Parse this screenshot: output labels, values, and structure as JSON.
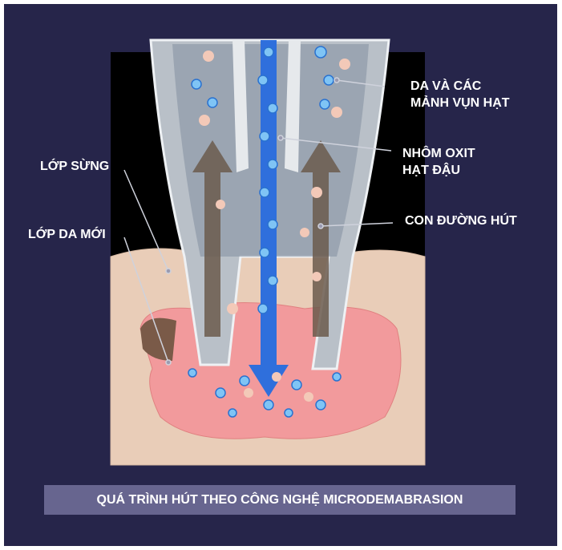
{
  "labels": {
    "stratum_corneum": "LỚP SỪNG",
    "new_skin": "LỚP DA MỚI",
    "skin_debris_line1": "DA VÀ CÁC",
    "skin_debris_line2": "MẢNH VỤN HẠT",
    "alumina_line1": "NHÔM OXIT",
    "alumina_line2": "HẠT ĐẬU",
    "suction_path": "CON ĐƯỜNG HÚT"
  },
  "caption": "QUÁ TRÌNH HÚT THEO CÔNG NGHỆ MICRODEMABRASION",
  "colors": {
    "background": "#26254a",
    "caption_bg": "#67658f",
    "skin": "#e9cdb8",
    "wound": "#f29a9c",
    "crystal": "#3d8fe0",
    "arrow_up": "#6b5a4c"
  }
}
